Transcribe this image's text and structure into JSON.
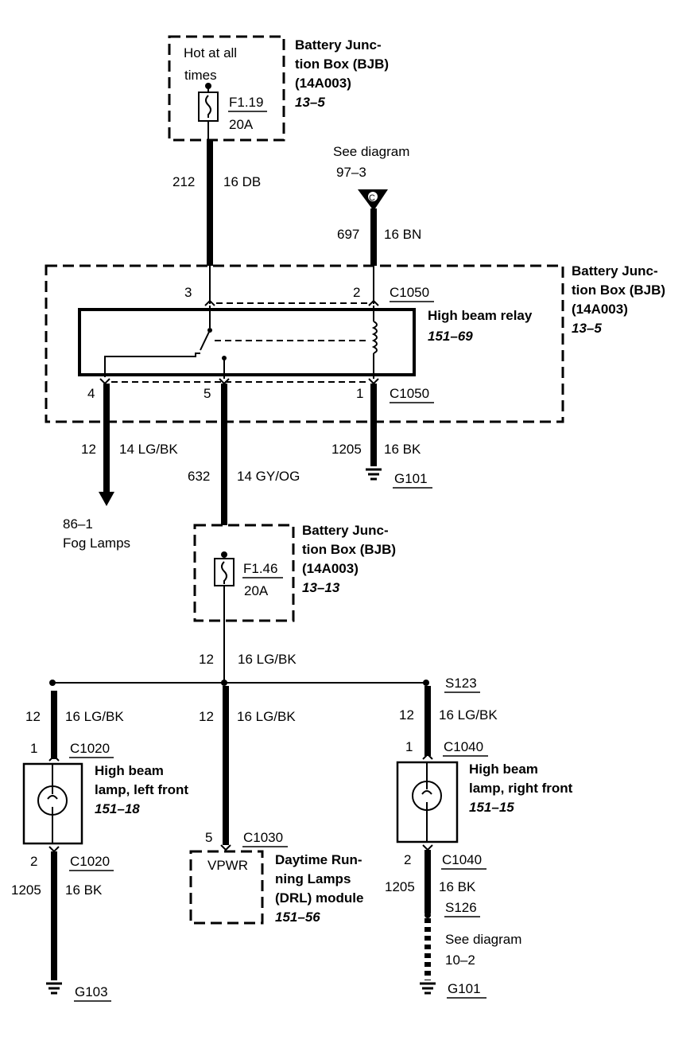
{
  "bjb_top": {
    "title_1": "Battery Junc-",
    "title_2": "tion Box (BJB)",
    "title_3": "(14A003)",
    "ref": "13–5",
    "hot_1": "Hot at all",
    "hot_2": "times",
    "fuse_id": "F1.19",
    "fuse_rating": "20A"
  },
  "wire_212": {
    "circuit": "212",
    "gauge_color": "16 DB"
  },
  "see_top": {
    "line_1": "See diagram",
    "line_2": "97–3",
    "connector_letter": "C"
  },
  "wire_697": {
    "circuit": "697",
    "gauge_color": "16 BN"
  },
  "bjb_main": {
    "title_1": "Battery Junc-",
    "title_2": "tion Box (BJB)",
    "title_3": "(14A003)",
    "ref": "13–5",
    "relay_name": "High beam relay",
    "relay_ref": "151–69",
    "connector_top": "C1050",
    "connector_bottom": "C1050",
    "pin_3": "3",
    "pin_2": "2",
    "pin_4": "4",
    "pin_5": "5",
    "pin_1": "1"
  },
  "wire_12_fog": {
    "circuit": "12",
    "gauge_color": "14 LG/BK"
  },
  "fog": {
    "line_1": "86–1",
    "line_2": "Fog Lamps"
  },
  "wire_632": {
    "circuit": "632",
    "gauge_color": "14 GY/OG"
  },
  "wire_1205_top": {
    "circuit": "1205",
    "gauge_color": "16 BK",
    "ground": "G101"
  },
  "bjb_mid": {
    "title_1": "Battery Junc-",
    "title_2": "tion Box (BJB)",
    "title_3": "(14A003)",
    "ref": "13–13",
    "fuse_id": "F1.46",
    "fuse_rating": "20A"
  },
  "wire_12_mid": {
    "circuit": "12",
    "gauge_color": "16 LG/BK"
  },
  "splice": "S123",
  "left_lamp": {
    "circuit": "12",
    "gauge_color": "16 LG/BK",
    "pin_top": "1",
    "connector_top": "C1020",
    "name_1": "High beam",
    "name_2": "lamp, left front",
    "ref": "151–18",
    "pin_bottom": "2",
    "connector_bottom": "C1020",
    "circuit_bottom": "1205",
    "gauge_color_bottom": "16 BK",
    "ground": "G103"
  },
  "drl": {
    "circuit": "12",
    "gauge_color": "16 LG/BK",
    "pin": "5",
    "connector": "C1030",
    "terminal": "VPWR",
    "name_1": "Daytime Run-",
    "name_2": "ning Lamps",
    "name_3": "(DRL) module",
    "ref": "151–56"
  },
  "right_lamp": {
    "circuit": "12",
    "gauge_color": "16 LG/BK",
    "pin_top": "1",
    "connector_top": "C1040",
    "name_1": "High beam",
    "name_2": "lamp, right front",
    "ref": "151–15",
    "pin_bottom": "2",
    "connector_bottom": "C1040",
    "circuit_bottom": "1205",
    "gauge_color_bottom": "16 BK",
    "splice": "S126",
    "see_1": "See diagram",
    "see_2": "10–2",
    "ground": "G101"
  }
}
